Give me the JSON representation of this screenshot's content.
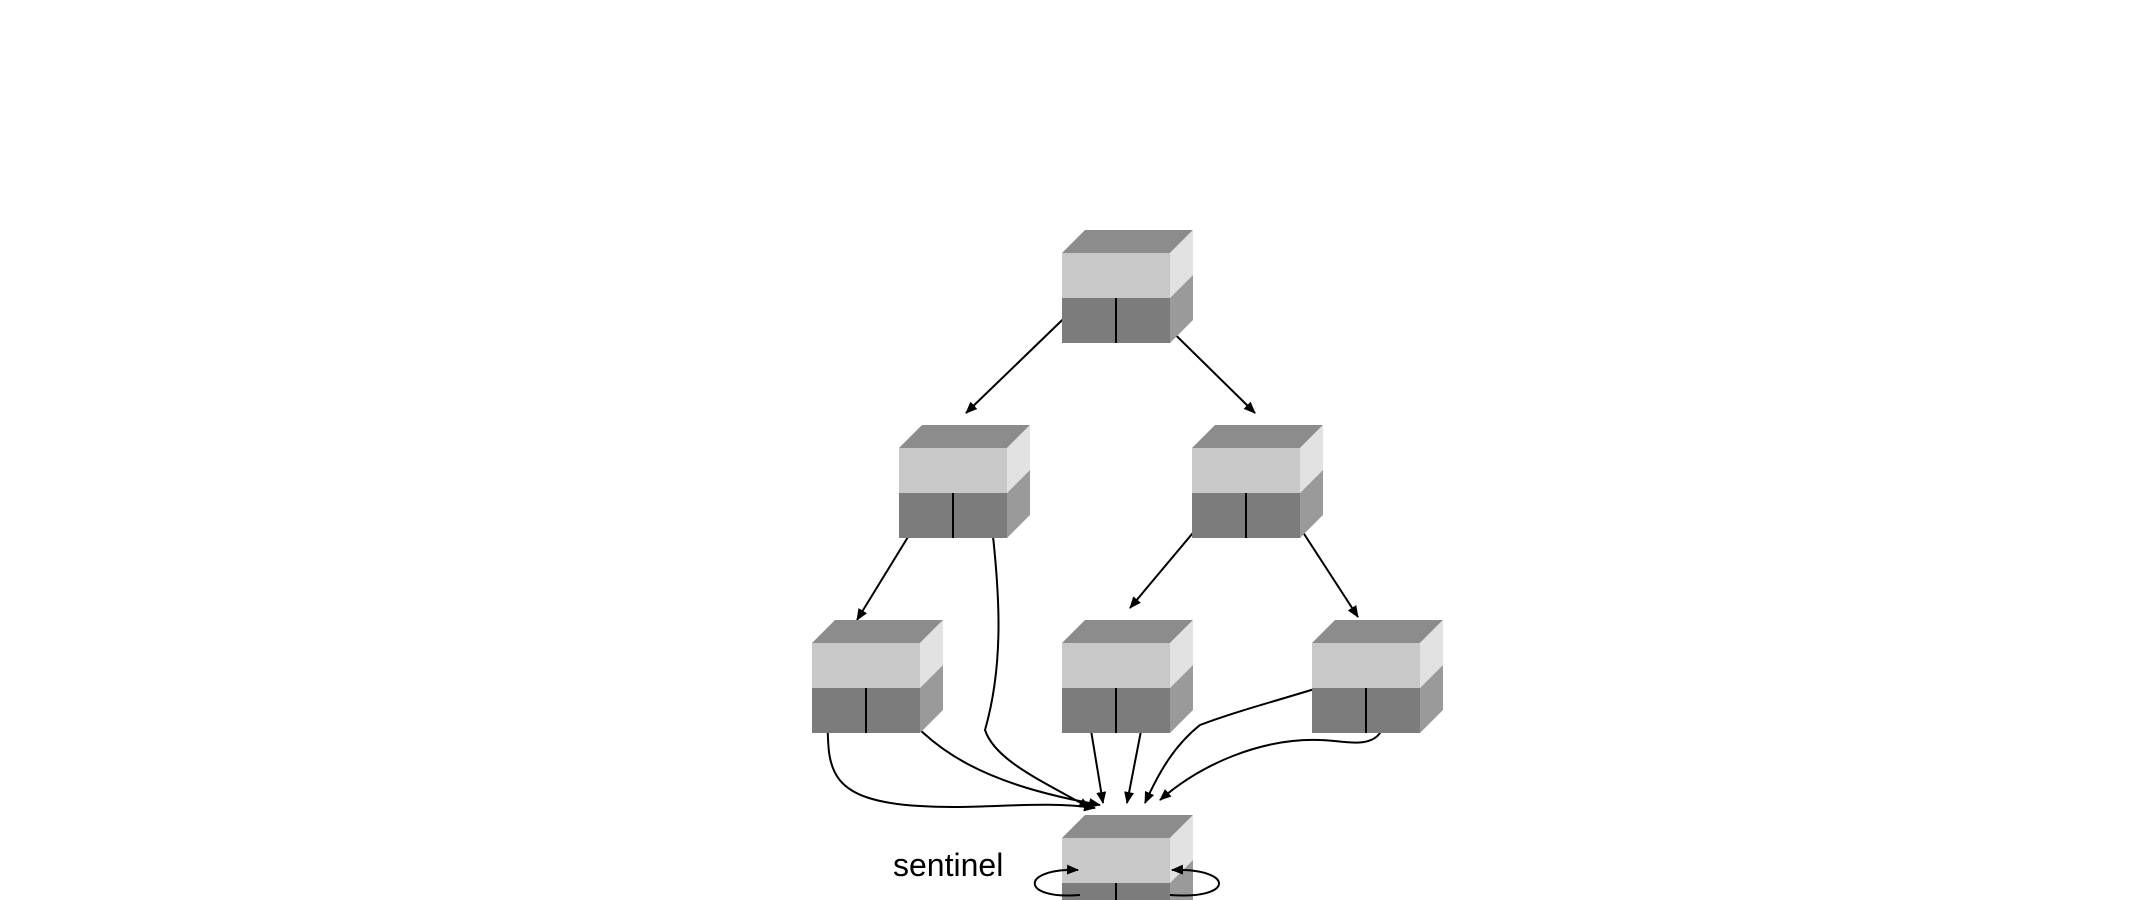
{
  "diagram": {
    "type": "binary-tree-with-sentinel",
    "colors": {
      "top_face": "#8c8c8c",
      "front_upper": "#c8c8c8",
      "side_upper": "#e2e2e2",
      "front_lower": "#7c7c7c",
      "side_lower": "#9a9a9a",
      "divider": "#000000",
      "edge": "#000000",
      "background": "#ffffff"
    },
    "nodes": [
      {
        "id": "root",
        "role": "internal"
      },
      {
        "id": "left",
        "role": "internal"
      },
      {
        "id": "right",
        "role": "internal"
      },
      {
        "id": "left-left",
        "role": "leaf"
      },
      {
        "id": "right-left",
        "role": "leaf"
      },
      {
        "id": "right-right",
        "role": "leaf"
      },
      {
        "id": "sentinel",
        "role": "sentinel",
        "label": "sentinel"
      }
    ],
    "edges": [
      {
        "from": "root",
        "to": "left"
      },
      {
        "from": "root",
        "to": "right"
      },
      {
        "from": "left",
        "to": "left-left"
      },
      {
        "from": "left",
        "to": "sentinel"
      },
      {
        "from": "right",
        "to": "right-left"
      },
      {
        "from": "right",
        "to": "right-right"
      },
      {
        "from": "left-left",
        "to": "sentinel"
      },
      {
        "from": "left-left",
        "to": "sentinel"
      },
      {
        "from": "right-left",
        "to": "sentinel"
      },
      {
        "from": "right-left",
        "to": "sentinel"
      },
      {
        "from": "right-right",
        "to": "sentinel"
      },
      {
        "from": "right-right",
        "to": "sentinel"
      },
      {
        "from": "sentinel",
        "to": "sentinel"
      },
      {
        "from": "sentinel",
        "to": "sentinel"
      }
    ]
  }
}
